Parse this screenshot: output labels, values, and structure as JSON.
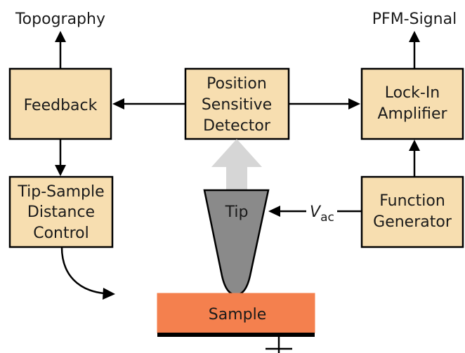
{
  "outputs": {
    "topography": "Topography",
    "pfm_signal": "PFM-Signal"
  },
  "boxes": {
    "feedback": [
      "Feedback"
    ],
    "psd": [
      "Position",
      "Sensitive",
      "Detector"
    ],
    "lockin": [
      "Lock-In",
      "Amplifier"
    ],
    "tsdc": [
      "Tip-Sample",
      "Distance",
      "Control"
    ],
    "funcgen": [
      "Function",
      "Generator"
    ]
  },
  "tip": {
    "label": "Tip"
  },
  "vac": {
    "symbol": "V",
    "subscript": "ac"
  },
  "sample": {
    "label": "Sample"
  },
  "colors": {
    "box_fill": "#f7deb0",
    "tip_fill": "#8a8a8a",
    "sample_fill": "#f4804e",
    "beam": "#d6d6d6"
  }
}
